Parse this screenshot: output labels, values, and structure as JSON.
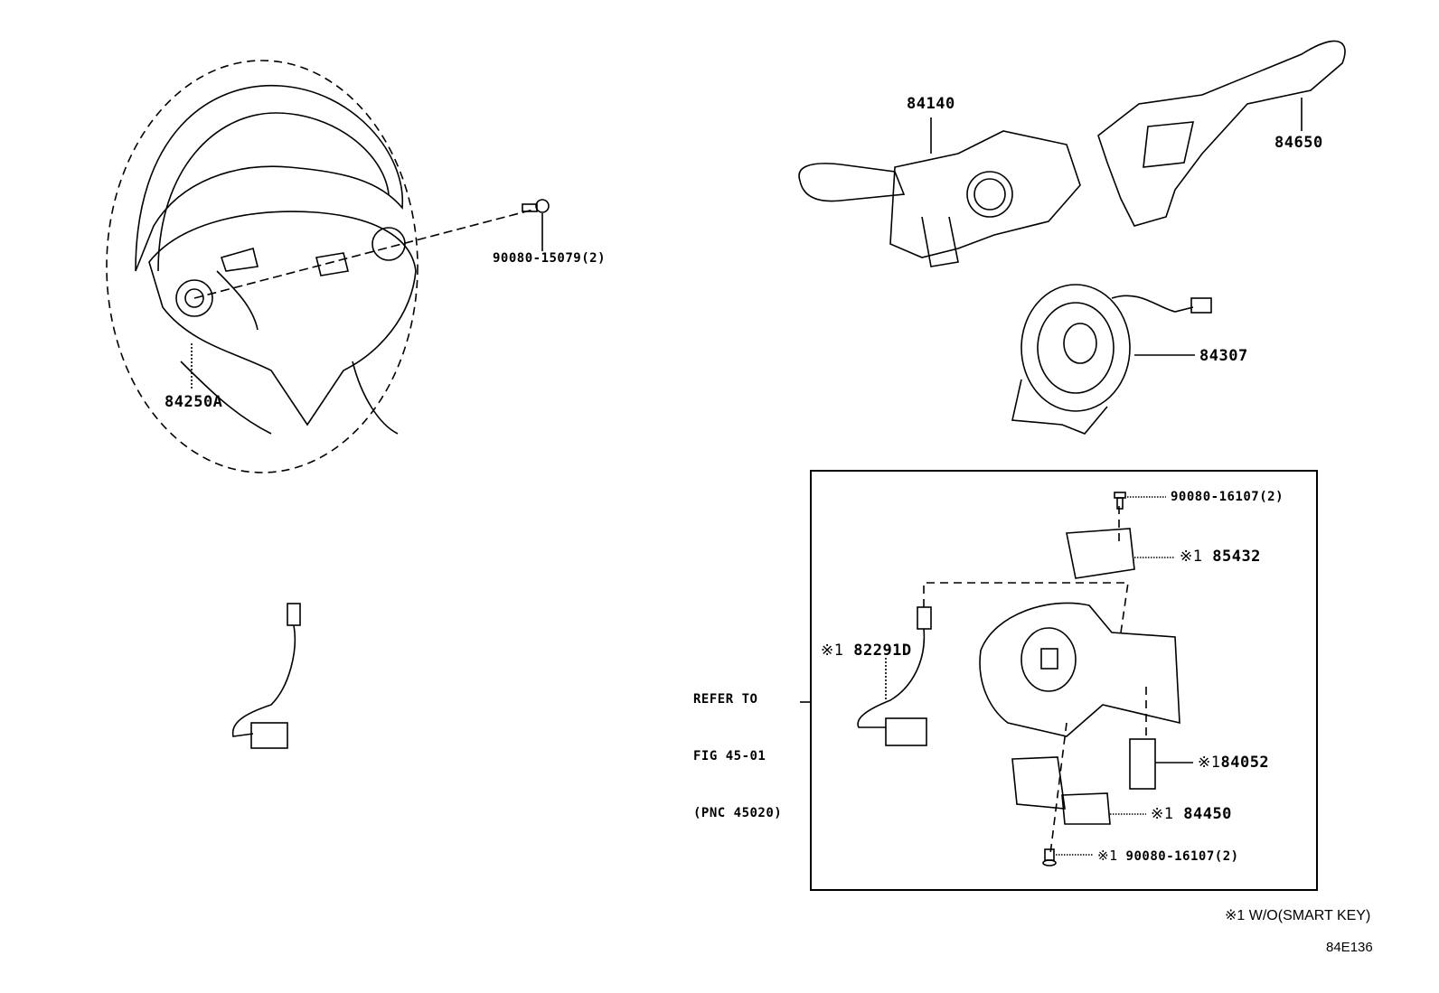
{
  "diagram": {
    "title_code": "84E136",
    "footnote": "※1 W/O(SMART KEY)",
    "mark_symbol": "※1",
    "reference": {
      "line1": "REFER TO",
      "line2": "FIG 45-01",
      "line3": "(PNC 45020)"
    },
    "parts": [
      {
        "id": "84250A",
        "label": "84250A",
        "desc": "steering-wheel-switch",
        "marked": false
      },
      {
        "id": "90080-15079",
        "label": "90080-15079(2)",
        "desc": "screw",
        "marked": false
      },
      {
        "id": "84140",
        "label": "84140",
        "desc": "headlight-dimmer-switch",
        "marked": false
      },
      {
        "id": "84650",
        "label": "84650",
        "desc": "wiper-switch",
        "marked": false
      },
      {
        "id": "84307",
        "label": "84307",
        "desc": "spiral-cable",
        "marked": false
      },
      {
        "id": "90080-16107-top",
        "label": "90080-16107(2)",
        "desc": "screw",
        "marked": false
      },
      {
        "id": "85432",
        "label": "85432",
        "desc": "buzzer",
        "marked": true
      },
      {
        "id": "82291D",
        "label": "82291D",
        "desc": "wire",
        "marked": true
      },
      {
        "id": "84052",
        "label": "84052",
        "desc": "unlock-warning-switch",
        "marked": true
      },
      {
        "id": "84450",
        "label": "84450",
        "desc": "ignition-switch",
        "marked": true
      },
      {
        "id": "90080-16107-bottom",
        "label": "90080-16107(2)",
        "desc": "screw",
        "marked": true
      }
    ]
  }
}
